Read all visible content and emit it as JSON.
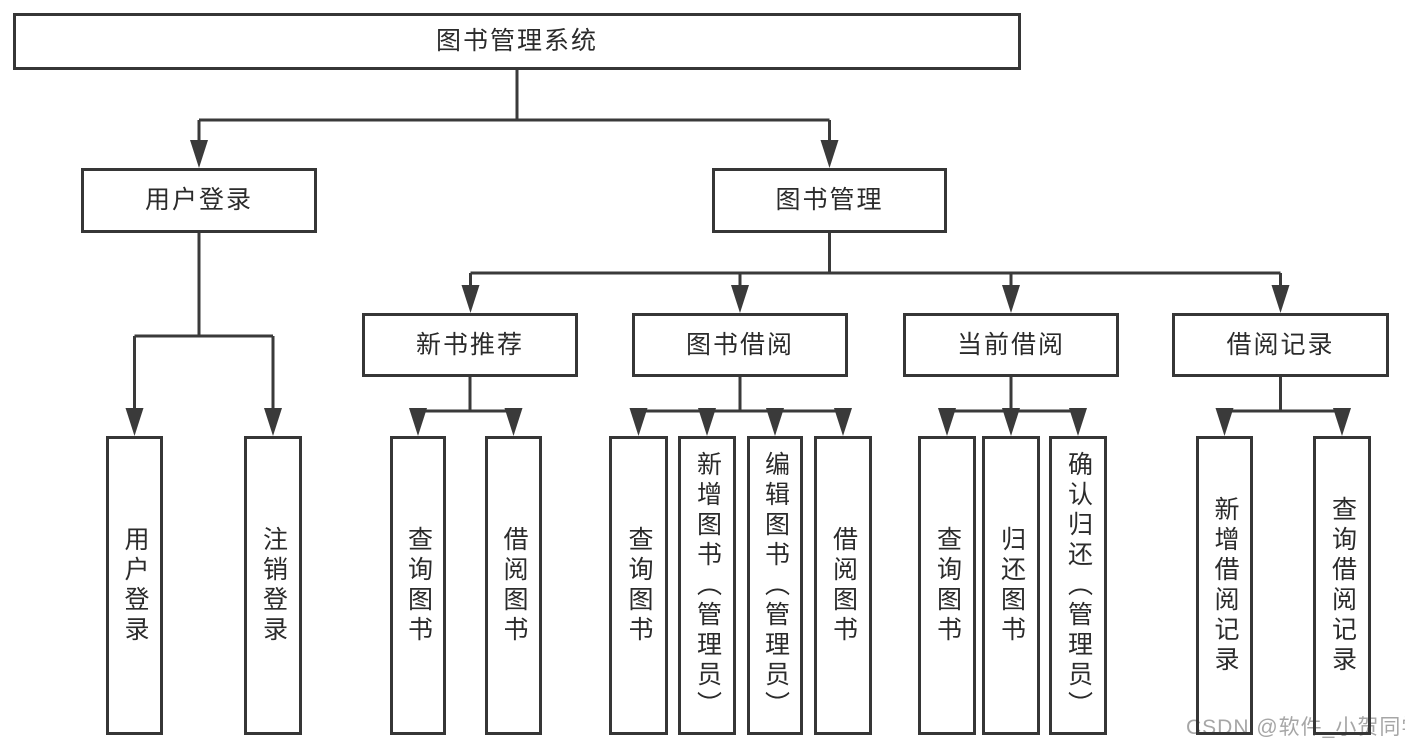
{
  "nodes": {
    "root": "图书管理系统",
    "level1": [
      "用户登录",
      "图书管理"
    ],
    "level2": [
      "新书推荐",
      "图书借阅",
      "当前借阅",
      "借阅记录"
    ],
    "leaves": [
      "用户登录",
      "注销登录",
      "查询图书",
      "借阅图书",
      "查询图书",
      "新增图书（管理员）",
      "编辑图书（管理员）",
      "借阅图书",
      "查询图书",
      "归还图书",
      "确认归还（管理员）",
      "新增借阅记录",
      "查询借阅记录"
    ]
  },
  "watermark": "CSDN @软件_小贺同学",
  "colors": {
    "line": "#3a3a3a",
    "box_border": "#363636",
    "text": "#2b2b2b",
    "watermark": "#969696",
    "background": "#ffffff"
  }
}
